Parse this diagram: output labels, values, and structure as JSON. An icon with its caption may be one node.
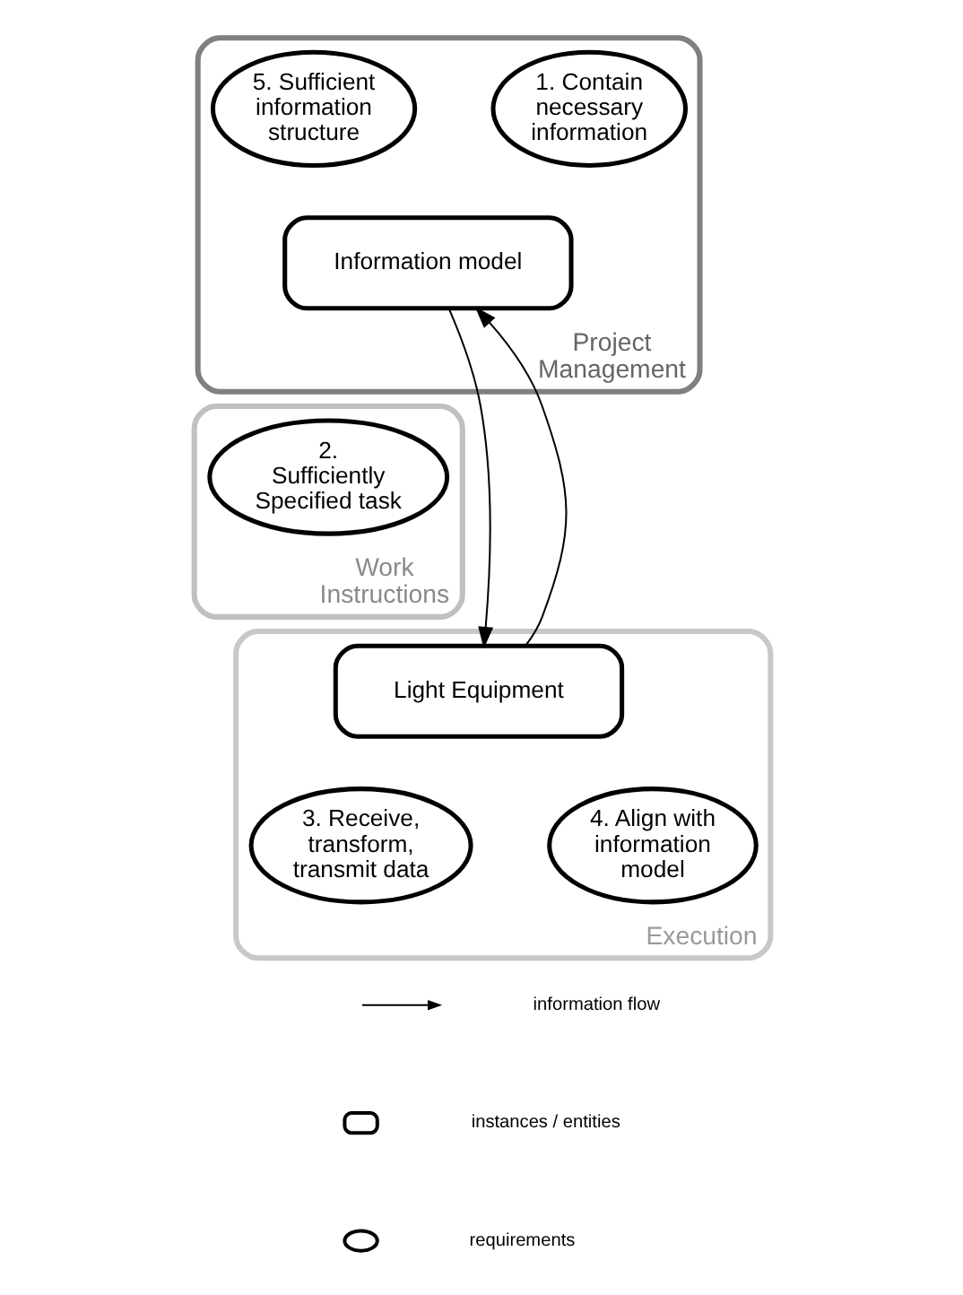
{
  "diagram": {
    "nodes": [
      {
        "text": [
          "Project Management"
        ]
      },
      {
        "text": [
          "1. Contain necessary information"
        ],
        "in": 0
      },
      {
        "text": [
          "5. Sufficient information structure"
        ],
        "in": 0
      },
      {
        "text": [
          "Information model"
        ],
        "in": 0
      },
      {
        "text": [
          "Work Instructions"
        ]
      },
      {
        "text": [
          "2. Sufficiently Specified task"
        ],
        "in": 4
      },
      {
        "text": [
          "Execution"
        ]
      },
      {
        "text": [
          "Light Equipment"
        ],
        "in": 6
      },
      {
        "text": [
          "3. Receive, transform, transmit data"
        ],
        "in": 6
      },
      {
        "text": [
          "4. Align with information model"
        ],
        "in": 6
      }
    ],
    "edges": [
      {
        "from": 3,
        "to": 7,
        "arrow": "to"
      },
      {
        "from": 7,
        "to": 3,
        "arrow": "to"
      }
    ],
    "legend": [
      {
        "text": "information flow"
      },
      {
        "text": "instances / entities"
      },
      {
        "text": "requirements"
      }
    ]
  }
}
